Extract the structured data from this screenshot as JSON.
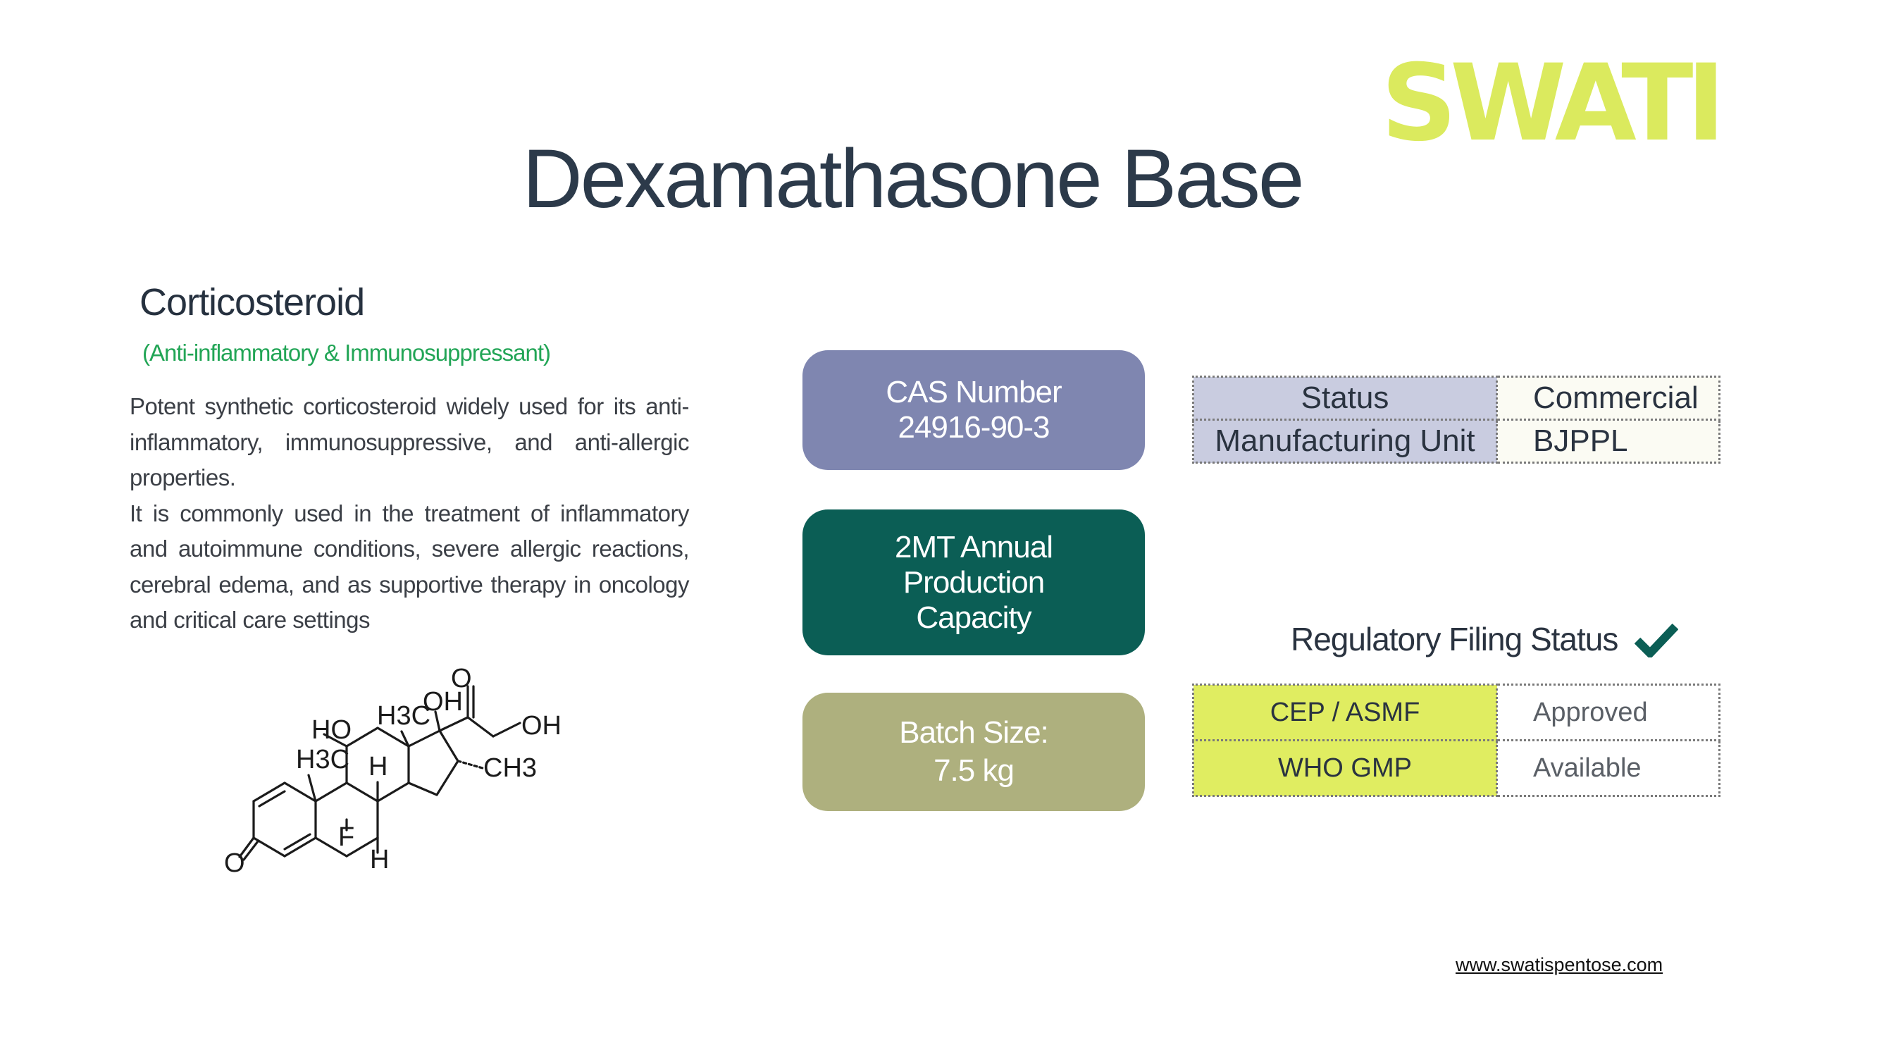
{
  "brand": {
    "logo_text": "SWATI",
    "logo_color": "#dbea5e"
  },
  "header": {
    "title": "Dexamathasone Base"
  },
  "product": {
    "class_name": "Corticosteroid",
    "category": "(Anti-inflammatory & Immunosuppressant)",
    "description": [
      "Potent synthetic corticosteroid widely used for its anti-inflammatory, immunosuppressive, and anti-allergic properties.",
      "It is commonly used in the treatment of inflammatory and autoimmune conditions, severe allergic reactions, cerebral edema, and as supportive therapy in oncology and critical care settings"
    ]
  },
  "structure": {
    "labels": {
      "oh_top": "OH",
      "ho": "HO",
      "h3c_left": "H3C",
      "h3c_top": "H3C",
      "oh_right": "OH",
      "ch3": "CH3",
      "h_mid": "H",
      "h_bottom": "H",
      "f": "F",
      "o_top": "O",
      "o_left": "O"
    }
  },
  "pills": {
    "cas": {
      "line1": "CAS Number",
      "line2": "24916-90-3",
      "color": "#7f86b0"
    },
    "production": {
      "line1": "2MT Annual",
      "line2": "Production",
      "line3": "Capacity",
      "color": "#0b5e55"
    },
    "batch": {
      "line1": "Batch Size:",
      "line2": "7.5 kg",
      "color": "#aeb07e"
    }
  },
  "status_table": {
    "rows": [
      {
        "key": "Status",
        "value": "Commercial"
      },
      {
        "key": "Manufacturing Unit",
        "value": "BJPPL"
      }
    ]
  },
  "regulatory": {
    "title": "Regulatory Filing Status",
    "check_icon": "checkmark-icon",
    "check_color": "#0b5e55",
    "rows": [
      {
        "key": "CEP / ASMF",
        "value": "Approved"
      },
      {
        "key": "WHO GMP",
        "value": "Available"
      }
    ]
  },
  "footer": {
    "url": "www.swatispentose.com"
  }
}
